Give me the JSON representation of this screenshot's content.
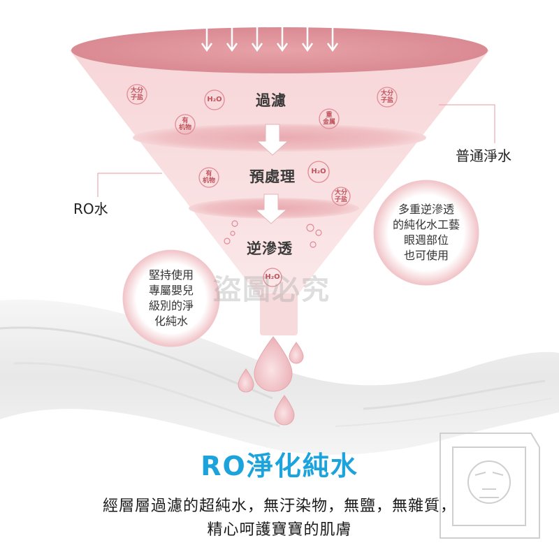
{
  "side_labels": {
    "normal_water": "普通淨水",
    "ro_water": "RO水"
  },
  "stages": [
    "過濾",
    "預處理",
    "逆滲透"
  ],
  "badges": {
    "right": "多重逆滲透\n的純化水工藝\n眼週部位\n也可使用",
    "left": "堅持使用\n專屬嬰兒\n級別的淨\n化純水"
  },
  "molecules": {
    "large_salt": "大分\n子盐",
    "water": "H₂O",
    "organic": "有\n机物",
    "heavy_metal": "重\n金属"
  },
  "watermark": "盜圖必究",
  "title": "RO淨化純水",
  "description": {
    "line1": "經層層過濾的超純水，無汙染物，無鹽，無雜質，",
    "line2": "精心呵護寶寶的肌膚"
  },
  "colors": {
    "funnel_pink": "#f3c9cb",
    "funnel_rim": "#d9878f",
    "title_blue": "#1ca3dc",
    "line_pink": "#e79aa1"
  }
}
